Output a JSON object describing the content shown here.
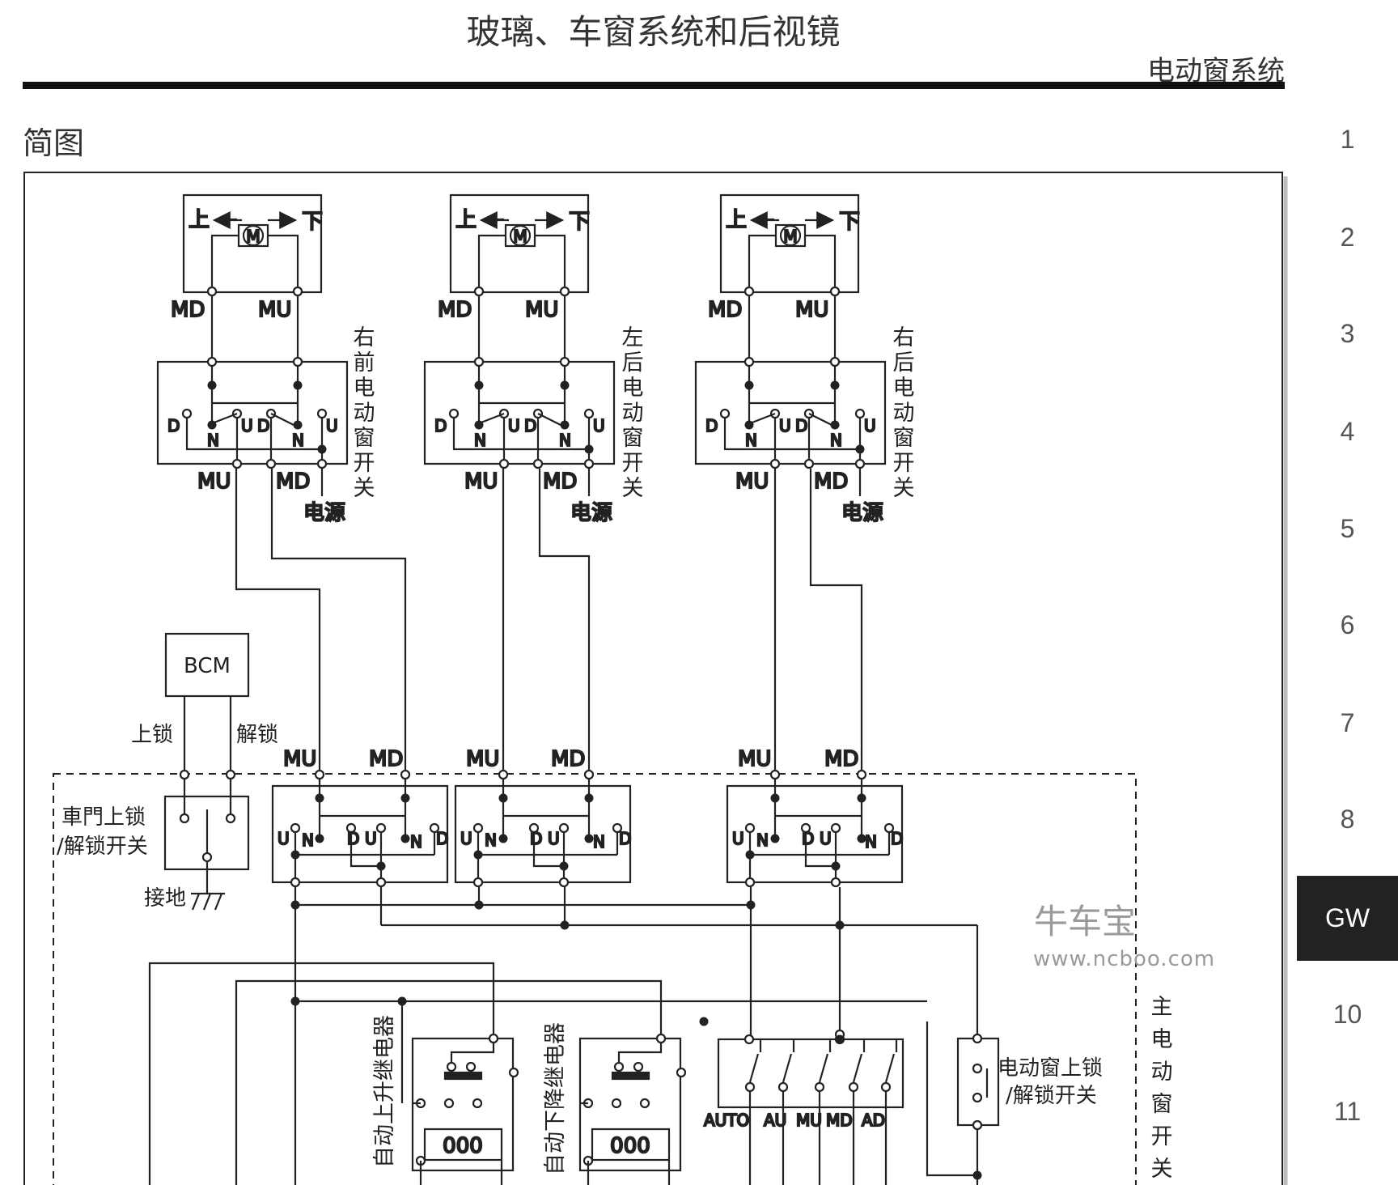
{
  "header": {
    "title": "玻璃、车窗系统和后视镜",
    "section": "电动窗系统"
  },
  "subheading": "简图",
  "side_tabs": [
    "1",
    "2",
    "3",
    "4",
    "5",
    "6",
    "7",
    "8",
    "GW",
    "10",
    "11"
  ],
  "active_tab": "GW",
  "motor": {
    "up": "上",
    "down": "下",
    "symbol": "M"
  },
  "pins": {
    "md": "MD",
    "mu": "MU",
    "d": "D",
    "u": "U",
    "n": "N",
    "auto": "AUTO",
    "au": "AU",
    "ad": "AD"
  },
  "power": "电源",
  "switch_labels": [
    "右前电动窗开关",
    "左后电动窗开关",
    "右后电动窗开关"
  ],
  "bcm": {
    "label": "BCM",
    "lock": "上锁",
    "unlock": "解锁"
  },
  "door_switch": {
    "line1": "車門上锁",
    "line2": "/解锁开关",
    "ground": "接地"
  },
  "relays": {
    "up": "自动上升继电器",
    "down": "自动下降继电器",
    "coil": "000"
  },
  "window_lock": {
    "line1": "电动窗上锁",
    "line2": "/解锁开关"
  },
  "main_switch": "主电动窗开关",
  "watermark": {
    "brand": "牛车宝",
    "url": "www.ncboo.com"
  }
}
